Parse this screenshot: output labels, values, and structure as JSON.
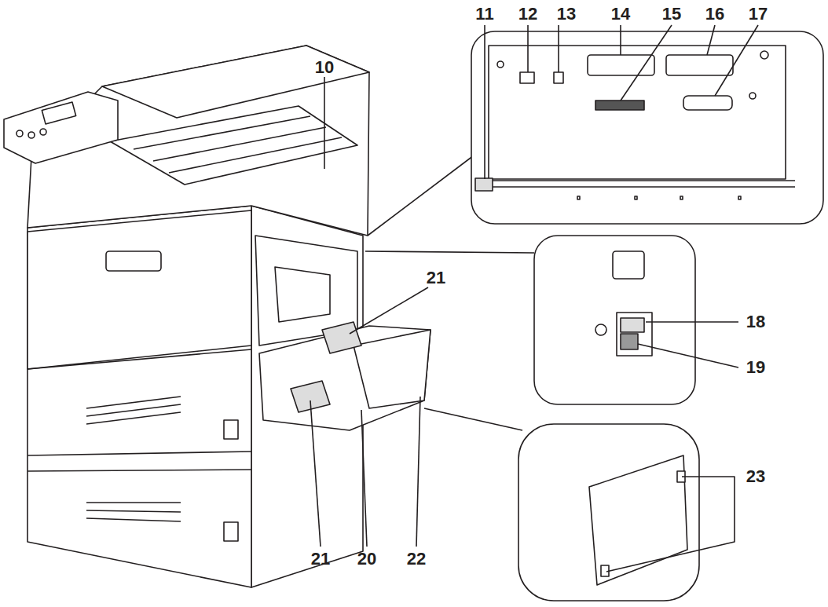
{
  "diagram": {
    "labels": [
      "10",
      "11",
      "12",
      "13",
      "14",
      "15",
      "16",
      "17",
      "18",
      "19",
      "21",
      "21",
      "20",
      "22",
      "23"
    ]
  }
}
